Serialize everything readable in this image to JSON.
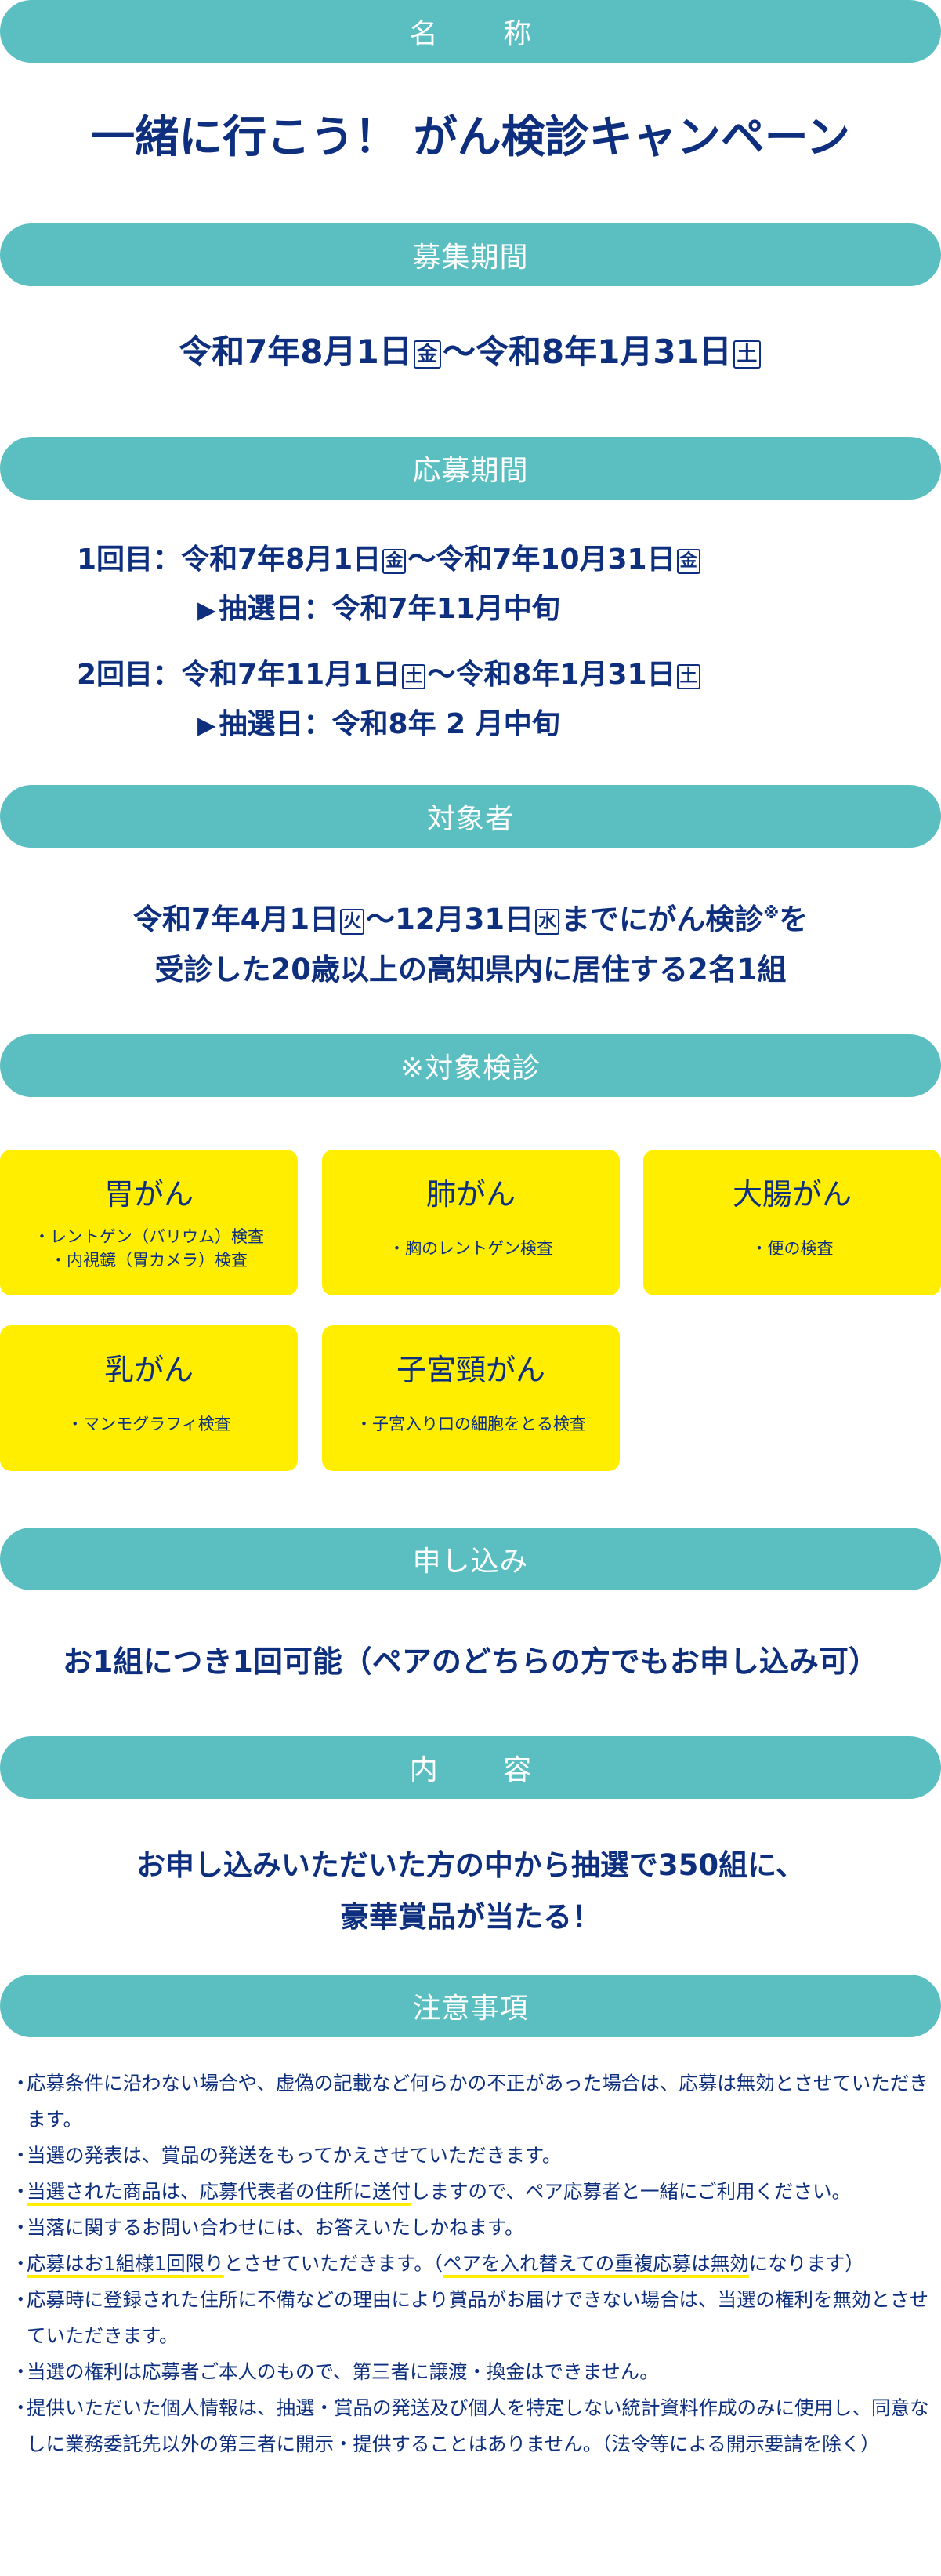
{
  "colors": {
    "pill_bg": "#5bbfc1",
    "pill_text": "#ffffff",
    "text_navy": "#0d2f7e",
    "card_yellow": "#ffee00",
    "highlight_yellow": "#ffee00"
  },
  "sections": {
    "name": {
      "heading": "名 称",
      "title": "一緒に行こう！ がん検診キャンペーン"
    },
    "recruit_period": {
      "heading": "募集期間",
      "start": "令和7年8月1日",
      "start_day": "金",
      "separator": "～",
      "end": "令和8年1月31日",
      "end_day": "土"
    },
    "application_period": {
      "heading": "応募期間",
      "rounds": [
        {
          "label": "1回目：",
          "start": "令和7年8月1日",
          "start_day": "金",
          "separator": "～",
          "end": "令和7年10月31日",
          "end_day": "金",
          "draw_marker": "▶",
          "draw_label": "抽選日：",
          "draw_date": "令和7年11月中旬"
        },
        {
          "label": "2回目：",
          "start": "令和7年11月1日",
          "start_day": "土",
          "separator": "～",
          "end": "令和8年1月31日",
          "end_day": "土",
          "draw_marker": "▶",
          "draw_label": "抽選日：",
          "draw_date": "令和8年 2 月中旬"
        }
      ]
    },
    "eligibility": {
      "heading": "対象者",
      "line1_start": "令和7年4月1日",
      "line1_start_day": "火",
      "line1_sep": "～12月31日",
      "line1_end_day": "水",
      "line1_rest": "までにがん検診",
      "line1_mark": "※",
      "line1_tail": "を",
      "line2": "受診した20歳以上の高知県内に居住する2名1組"
    },
    "target_screenings": {
      "heading": "※対象検診",
      "cards": [
        {
          "title": "胃がん",
          "items": [
            "・レントゲン（バリウム）検査",
            "・内視鏡（胃カメラ）検査"
          ]
        },
        {
          "title": "肺がん",
          "items": [
            "・胸のレントゲン検査"
          ]
        },
        {
          "title": "大腸がん",
          "items": [
            "・便の検査"
          ]
        },
        {
          "title": "乳がん",
          "items": [
            "・マンモグラフィ検査"
          ]
        },
        {
          "title": "子宮頸がん",
          "items": [
            "・子宮入り口の細胞をとる検査"
          ]
        }
      ]
    },
    "application": {
      "heading": "申し込み",
      "text": "お1組につき1回可能（ペアのどちらの方でもお申し込み可）"
    },
    "content": {
      "heading": "内 容",
      "line1": "お申し込みいただいた方の中から抽選で350組に、",
      "line2": "豪華賞品が当たる！"
    },
    "notes": {
      "heading": "注意事項",
      "bullet": "・",
      "items": [
        {
          "parts": [
            {
              "text": "応募条件に沿わない場合や、虚偽の記載など何らかの不正があった場合は、応募は無効とさせていただきます。",
              "hl": false
            }
          ]
        },
        {
          "parts": [
            {
              "text": "当選の発表は、賞品の発送をもってかえさせていただきます。",
              "hl": false
            }
          ]
        },
        {
          "parts": [
            {
              "text": "当選された商品は、応募代表者の住所に送付",
              "hl": true
            },
            {
              "text": "しますので、ペア応募者と一緒にご利用ください。",
              "hl": false
            }
          ]
        },
        {
          "parts": [
            {
              "text": "当落に関するお問い合わせには、お答えいたしかねます。",
              "hl": false
            }
          ]
        },
        {
          "parts": [
            {
              "text": "応募はお1組様1回限り",
              "hl": true
            },
            {
              "text": "とさせていただきます。（",
              "hl": false
            },
            {
              "text": "ペアを入れ替えての重複応募は無効",
              "hl": true
            },
            {
              "text": "になります）",
              "hl": false
            }
          ]
        },
        {
          "parts": [
            {
              "text": "応募時に登録された住所に不備などの理由により賞品がお届けできない場合は、当選の権利を無効とさせていただきます。",
              "hl": false
            }
          ]
        },
        {
          "parts": [
            {
              "text": "当選の権利は応募者ご本人のもので、第三者に譲渡・換金はできません。",
              "hl": false
            }
          ]
        },
        {
          "parts": [
            {
              "text": "提供いただいた個人情報は、抽選・賞品の発送及び個人を特定しない統計資料作成のみに使用し、同意なしに業務委託先以外の第三者に開示・提供することはありません。（法令等による開示要請を除く）",
              "hl": false
            }
          ]
        }
      ]
    }
  }
}
